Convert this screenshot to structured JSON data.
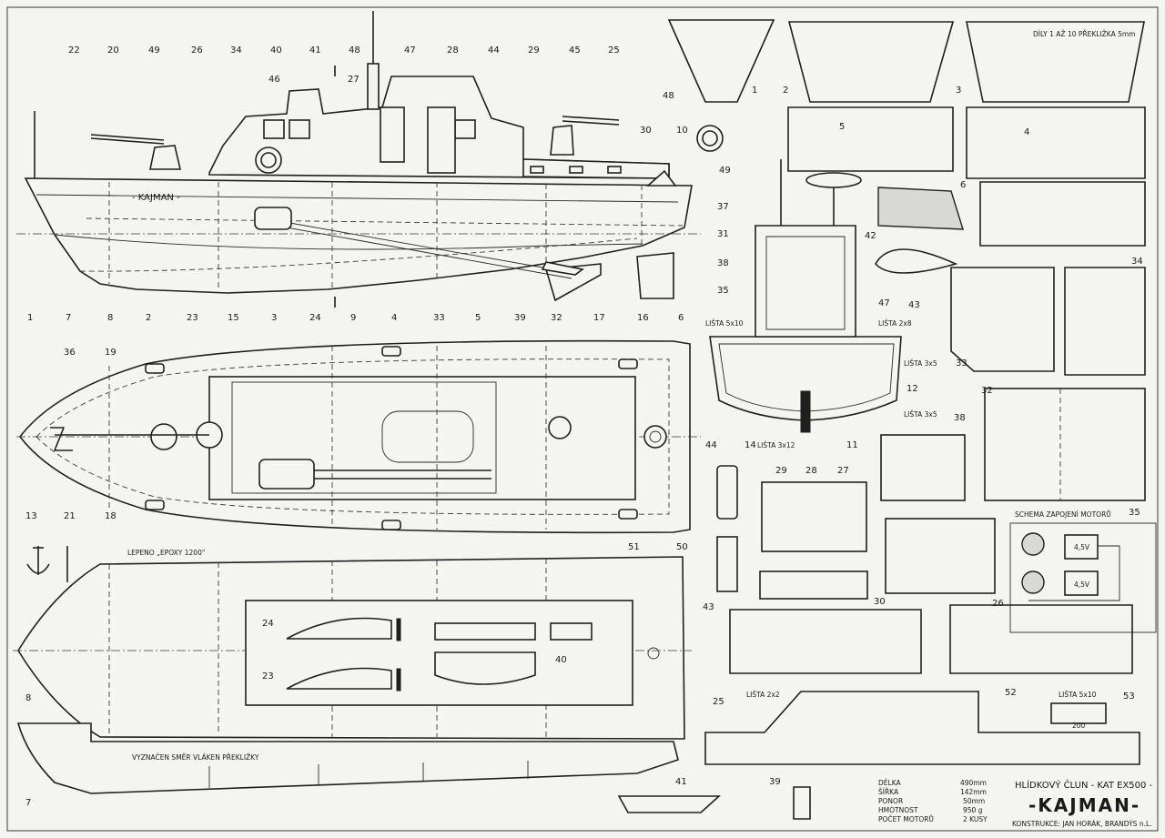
{
  "callouts": {
    "n1": "1",
    "n2": "2",
    "n3": "3",
    "n4": "4",
    "n5": "5",
    "n6": "6",
    "n7": "7",
    "n8": "8",
    "n9": "9",
    "n10": "10",
    "n11": "11",
    "n12": "12",
    "n13": "13",
    "n14": "14",
    "n15": "15",
    "n16": "16",
    "n17": "17",
    "n18": "18",
    "n19": "19",
    "n20": "20",
    "n21": "21",
    "n22": "22",
    "n23": "23",
    "n24": "24",
    "n25": "25",
    "n26": "26",
    "n27": "27",
    "n28": "28",
    "n29": "29",
    "n30": "30",
    "n31": "31",
    "n32": "32",
    "n33": "33",
    "n34": "34",
    "n35": "35",
    "n36": "36",
    "n37": "37",
    "n38": "38",
    "n39": "39",
    "n40": "40",
    "n41": "41",
    "n42": "42",
    "n43": "43",
    "n44": "44",
    "n45": "45",
    "n46": "46",
    "n47": "47",
    "n48": "48",
    "n49": "49",
    "n50": "50",
    "n51": "51",
    "n52": "52",
    "n53": "53"
  },
  "hull_name": "- KAJMAN -",
  "notes": {
    "plywood_parts": "DÍLY 1 AŽ 10 PŘEKLIŽKA 5mm",
    "glued": "LEPENO „EPOXY 1200\"",
    "grain_direction": "VYZNAČEN SMĚR VLÁKEN PŘEKLIŽKY",
    "motor_wiring": "SCHEMA ZAPOJENÍ MOTORŮ",
    "battery_a": "4,5V",
    "battery_b": "4,5V"
  },
  "strips": {
    "s5x10_left": "LIŠTA 5x10",
    "s2x8": "LIŠTA 2x8",
    "s3x5_a": "LIŠTA 3x5",
    "s3x5_b": "LIŠTA 3x5",
    "s3x12": "LIŠTA 3x12",
    "s2x2": "LIŠTA 2x2",
    "s5x10_right": "LIŠTA 5x10",
    "dim_200": "200"
  },
  "specs": [
    {
      "label": "DÉLKA",
      "value": "490mm"
    },
    {
      "label": "ŠÍŘKA",
      "value": "142mm"
    },
    {
      "label": "PONOR",
      "value": "50mm"
    },
    {
      "label": "HMOTNOST",
      "value": "950 g"
    },
    {
      "label": "POČET MOTORŮ",
      "value": "2 KUSY"
    }
  ],
  "title_block": {
    "subtitle": "HLÍDKOVÝ ČLUN - KAT EX500 -",
    "title": "-KAJMAN-",
    "designer": "KONSTRUKCE: JAN HORÁK, BRANDÝS n.L."
  }
}
